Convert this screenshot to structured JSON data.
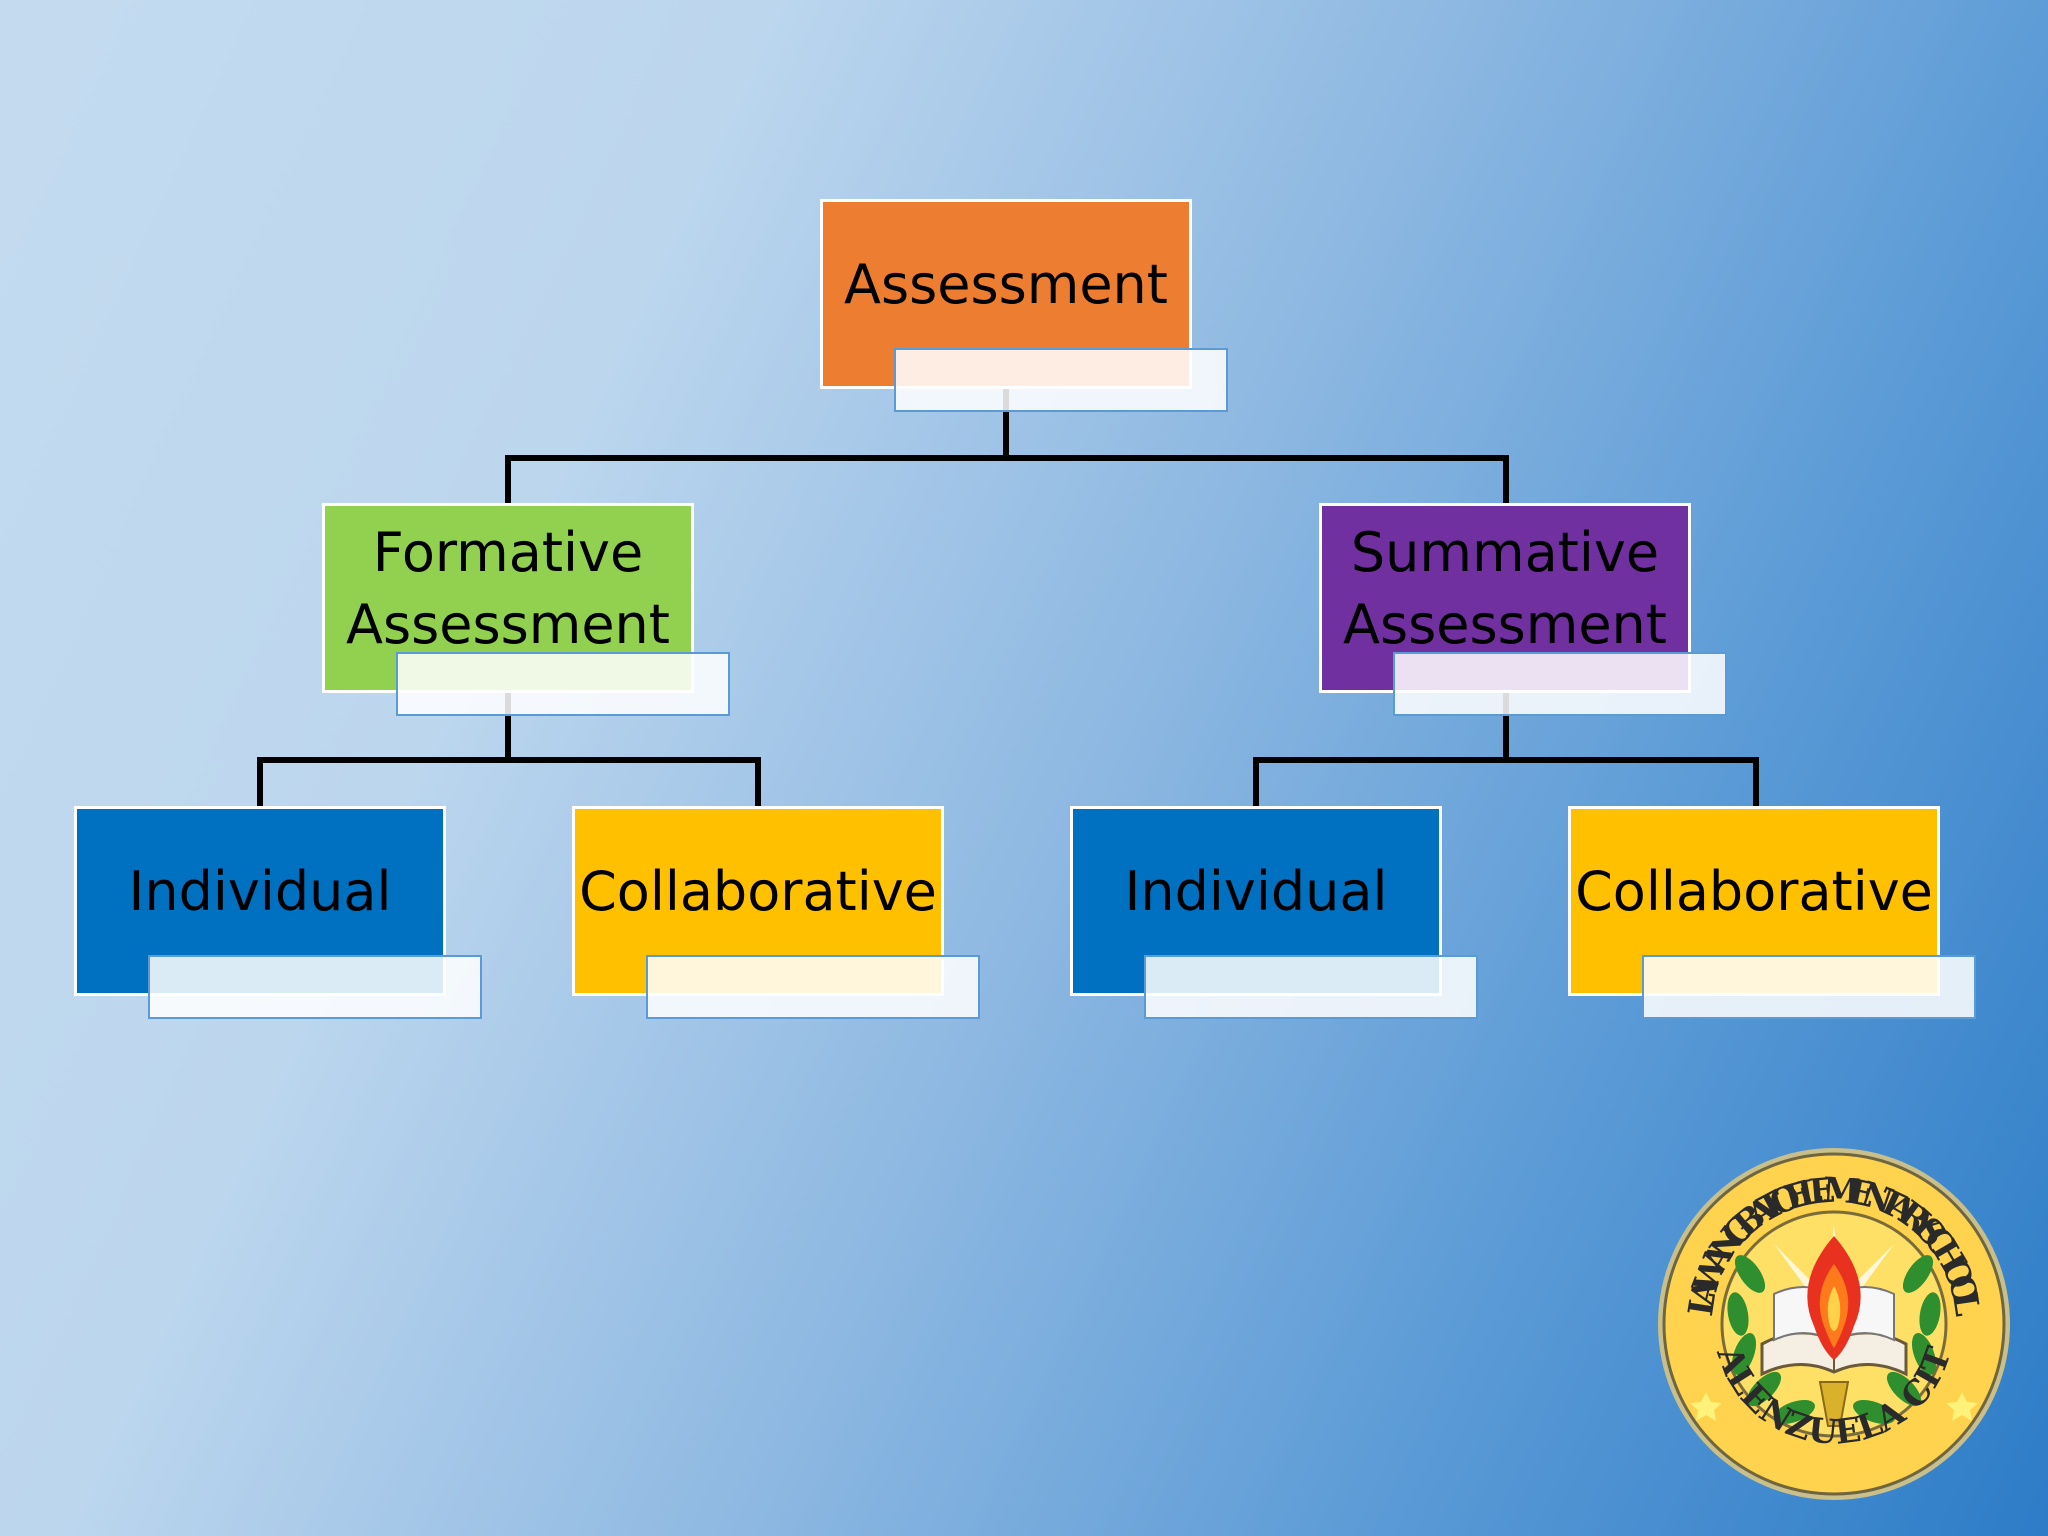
{
  "colors": {
    "assessment": "#ed7d31",
    "formative": "#92d050",
    "summative": "#7030a0",
    "individual": "#0070c0",
    "collaborative": "#ffc000",
    "connector": "#000000"
  },
  "chart": {
    "root": {
      "label": "Assessment"
    },
    "formative": {
      "label": "Formative\nAssessment"
    },
    "summative": {
      "label": "Summative\nAssessment"
    },
    "formative_individual": {
      "label": "Individual"
    },
    "formative_collaborative": {
      "label": "Collaborative"
    },
    "summative_individual": {
      "label": "Individual"
    },
    "summative_collaborative": {
      "label": "Collaborative"
    }
  },
  "logo": {
    "school_name": "LAWANG BATO ELEMENTARY SCHOOL",
    "city": "VALENZUELA CITY"
  }
}
